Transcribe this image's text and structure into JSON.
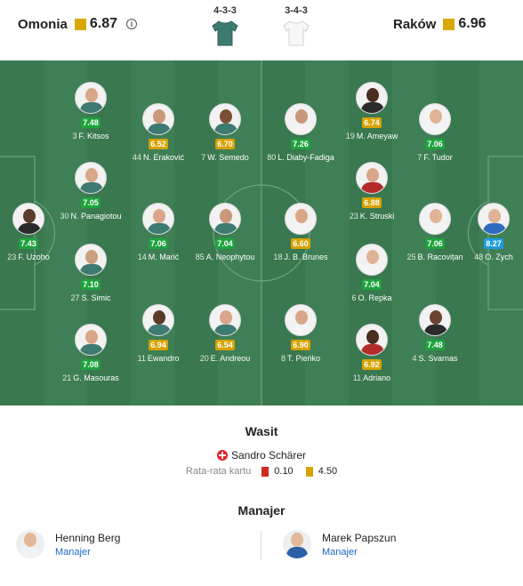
{
  "home": {
    "name": "Omonia",
    "rating": "6.87",
    "formation": "4-3-3",
    "jersey_color": "#3d7a72"
  },
  "away": {
    "name": "Raków",
    "rating": "6.96",
    "formation": "3-4-3",
    "jersey_color": "#f4f4f4"
  },
  "home_players": [
    {
      "num": "3",
      "name": "F. Kitsos",
      "rating": "7.48",
      "level": "green"
    },
    {
      "num": "30",
      "name": "N. Panagiotou",
      "rating": "7.05",
      "level": "green"
    },
    {
      "num": "23",
      "name": "F. Uzoho",
      "rating": "7.43",
      "level": "green"
    },
    {
      "num": "27",
      "name": "S. Simic",
      "rating": "7.10",
      "level": "green"
    },
    {
      "num": "21",
      "name": "G. Masouras",
      "rating": "7.08",
      "level": "green"
    },
    {
      "num": "44",
      "name": "N. Eraković",
      "rating": "6.52",
      "level": "yellow"
    },
    {
      "num": "14",
      "name": "M. Marić",
      "rating": "7.06",
      "level": "green"
    },
    {
      "num": "11",
      "name": "Ewandro",
      "rating": "6.94",
      "level": "yellow"
    },
    {
      "num": "7",
      "name": "W. Semedo",
      "rating": "6.70",
      "level": "yellow"
    },
    {
      "num": "85",
      "name": "A. Neophytou",
      "rating": "7.04",
      "level": "green"
    },
    {
      "num": "20",
      "name": "E. Andreou",
      "rating": "6.54",
      "level": "yellow"
    }
  ],
  "away_players": [
    {
      "num": "80",
      "name": "L. Diaby-Fadiga",
      "rating": "7.26",
      "level": "green"
    },
    {
      "num": "18",
      "name": "J. B. Brunes",
      "rating": "6.60",
      "level": "yellow"
    },
    {
      "num": "8",
      "name": "T. Pieńko",
      "rating": "6.90",
      "level": "yellow"
    },
    {
      "num": "19",
      "name": "M. Ameyaw",
      "rating": "6.74",
      "level": "yellow"
    },
    {
      "num": "23",
      "name": "K. Struski",
      "rating": "6.88",
      "level": "yellow"
    },
    {
      "num": "6",
      "name": "O. Repka",
      "rating": "7.04",
      "level": "green"
    },
    {
      "num": "11",
      "name": "Adriano",
      "rating": "6.92",
      "level": "yellow"
    },
    {
      "num": "7",
      "name": "F. Tudor",
      "rating": "7.06",
      "level": "green"
    },
    {
      "num": "25",
      "name": "B. Racovițan",
      "rating": "7.06",
      "level": "green"
    },
    {
      "num": "4",
      "name": "S. Svarnas",
      "rating": "7.48",
      "level": "green"
    },
    {
      "num": "48",
      "name": "O. Zych",
      "rating": "8.27",
      "level": "blue"
    }
  ],
  "referee": {
    "title": "Wasit",
    "name": "Sandro Schärer",
    "cards_label": "Rata-rata kartu",
    "red_avg": "0.10",
    "yellow_avg": "4.50"
  },
  "managers": {
    "title": "Manajer",
    "home": {
      "name": "Henning Berg",
      "role": "Manajer"
    },
    "away": {
      "name": "Marek Papszun",
      "role": "Manajer"
    }
  },
  "colors": {
    "pitch": "#3f7f56",
    "rating_green": "#1ea33c",
    "rating_yellow": "#d7a200",
    "rating_blue": "#1e9be0",
    "link": "#1c6bc6"
  }
}
